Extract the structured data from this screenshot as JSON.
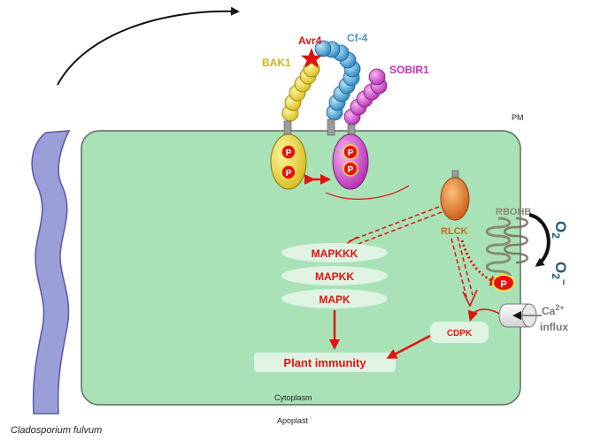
{
  "organism": "Cladosporium fulvum",
  "compartments": {
    "plasma_membrane": "PM",
    "cytoplasm": "Cytoplasm",
    "apoplast": "Apoplast"
  },
  "proteins": {
    "effector": "Avr4",
    "receptor": "Cf-4",
    "coreceptor": "BAK1",
    "adaptor": "SOBIR1",
    "kinase": "RLCK",
    "oxidase": "RBOHB",
    "cdpk": "CDPK"
  },
  "phospho": "P",
  "cascade": [
    "MAPKKK",
    "MAPKK",
    "MAPK"
  ],
  "output": "Plant immunity",
  "ion": {
    "symbol": "Ca",
    "charge": "2+",
    "label": "influx"
  },
  "ros": {
    "substrate": "O",
    "substrate_sub": "2",
    "product": "O",
    "product_sub": "2",
    "product_charge": "−"
  },
  "colors": {
    "cell_fill": "#a9e2b7",
    "cell_stroke": "#5f6b63",
    "fungus": "#9b9fd8",
    "bak1": "#e6cf3a",
    "cf4": "#3f9bd0",
    "sobir1": "#cc39c7",
    "accent_red": "#e3120f",
    "rlck": "#e07a2a",
    "rbohb": "#8a8a6f",
    "ros": "#1b5d7a"
  }
}
